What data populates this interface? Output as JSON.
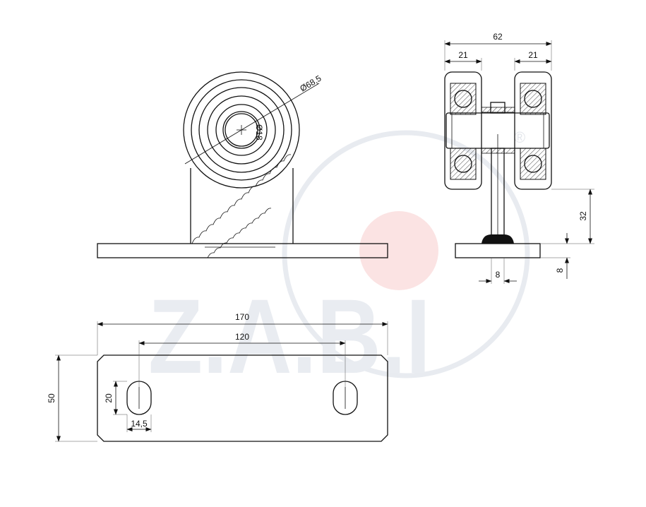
{
  "watermark": {
    "text": "Z.A.B.I",
    "registered_mark": "®",
    "ring_color": "#e8ebf0",
    "dot_color": "#fbe3e3",
    "text_color": "#e9ecf1"
  },
  "front_view": {
    "wheel_diameter_label": "Ø68,5",
    "hub_label": "Ø18"
  },
  "side_view": {
    "overall_width_label": "62",
    "left_wheel_width_label": "21",
    "right_wheel_width_label": "21",
    "height_label": "32",
    "plate_thickness_label": "8",
    "stem_width_label": "8"
  },
  "plate_view": {
    "length_label": "170",
    "slot_spacing_label": "120",
    "width_label": "50",
    "slot_height_label": "20",
    "slot_width_label": "14,5"
  }
}
